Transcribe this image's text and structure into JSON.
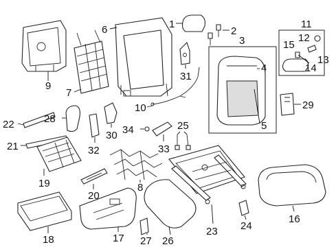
{
  "diagram": {
    "callouts": [
      {
        "id": "c1",
        "text": "1"
      },
      {
        "id": "c2",
        "text": "2"
      },
      {
        "id": "c3",
        "text": "3"
      },
      {
        "id": "c4",
        "text": "4"
      },
      {
        "id": "c5",
        "text": "5"
      },
      {
        "id": "c6",
        "text": "6"
      },
      {
        "id": "c7",
        "text": "7"
      },
      {
        "id": "c8",
        "text": "8"
      },
      {
        "id": "c9",
        "text": "9"
      },
      {
        "id": "c10",
        "text": "10"
      },
      {
        "id": "c11",
        "text": "11"
      },
      {
        "id": "c12",
        "text": "12"
      },
      {
        "id": "c13",
        "text": "13"
      },
      {
        "id": "c14",
        "text": "14"
      },
      {
        "id": "c15",
        "text": "15"
      },
      {
        "id": "c16",
        "text": "16"
      },
      {
        "id": "c17",
        "text": "17"
      },
      {
        "id": "c18",
        "text": "18"
      },
      {
        "id": "c19",
        "text": "19"
      },
      {
        "id": "c20",
        "text": "20"
      },
      {
        "id": "c21",
        "text": "21"
      },
      {
        "id": "c22",
        "text": "22"
      },
      {
        "id": "c23",
        "text": "23"
      },
      {
        "id": "c24",
        "text": "24"
      },
      {
        "id": "c25",
        "text": "25"
      },
      {
        "id": "c26",
        "text": "26"
      },
      {
        "id": "c27",
        "text": "27"
      },
      {
        "id": "c28",
        "text": "28"
      },
      {
        "id": "c29",
        "text": "29"
      },
      {
        "id": "c30",
        "text": "30"
      },
      {
        "id": "c31",
        "text": "31"
      },
      {
        "id": "c32",
        "text": "32"
      },
      {
        "id": "c33",
        "text": "33"
      },
      {
        "id": "c34",
        "text": "34"
      }
    ]
  }
}
